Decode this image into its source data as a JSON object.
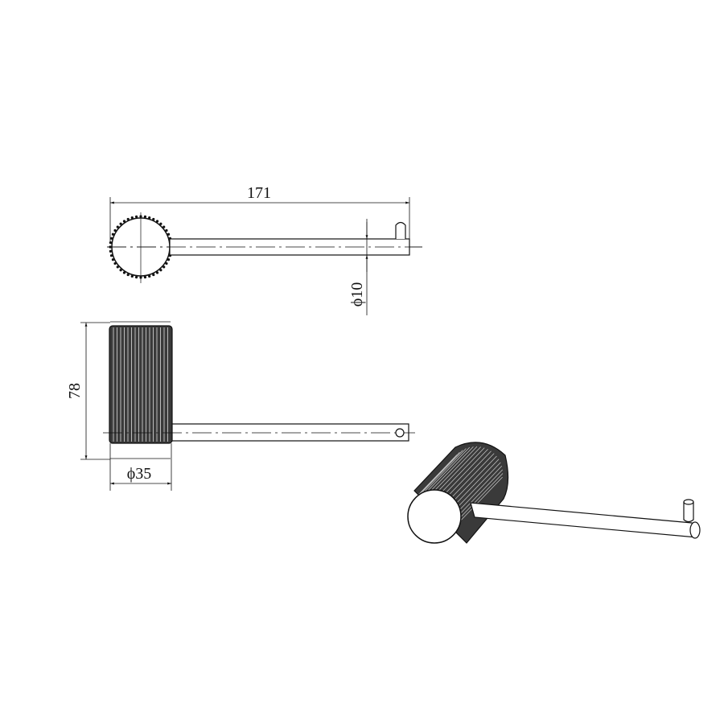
{
  "dimensions": {
    "overall_length": "171",
    "rod_diameter": "ϕ10",
    "height": "78",
    "body_diameter": "ϕ35"
  },
  "views": [
    "top-view",
    "front-view",
    "isometric-view"
  ],
  "colors": {
    "line": "#111111",
    "knurl": "#333333",
    "background": "#ffffff"
  }
}
